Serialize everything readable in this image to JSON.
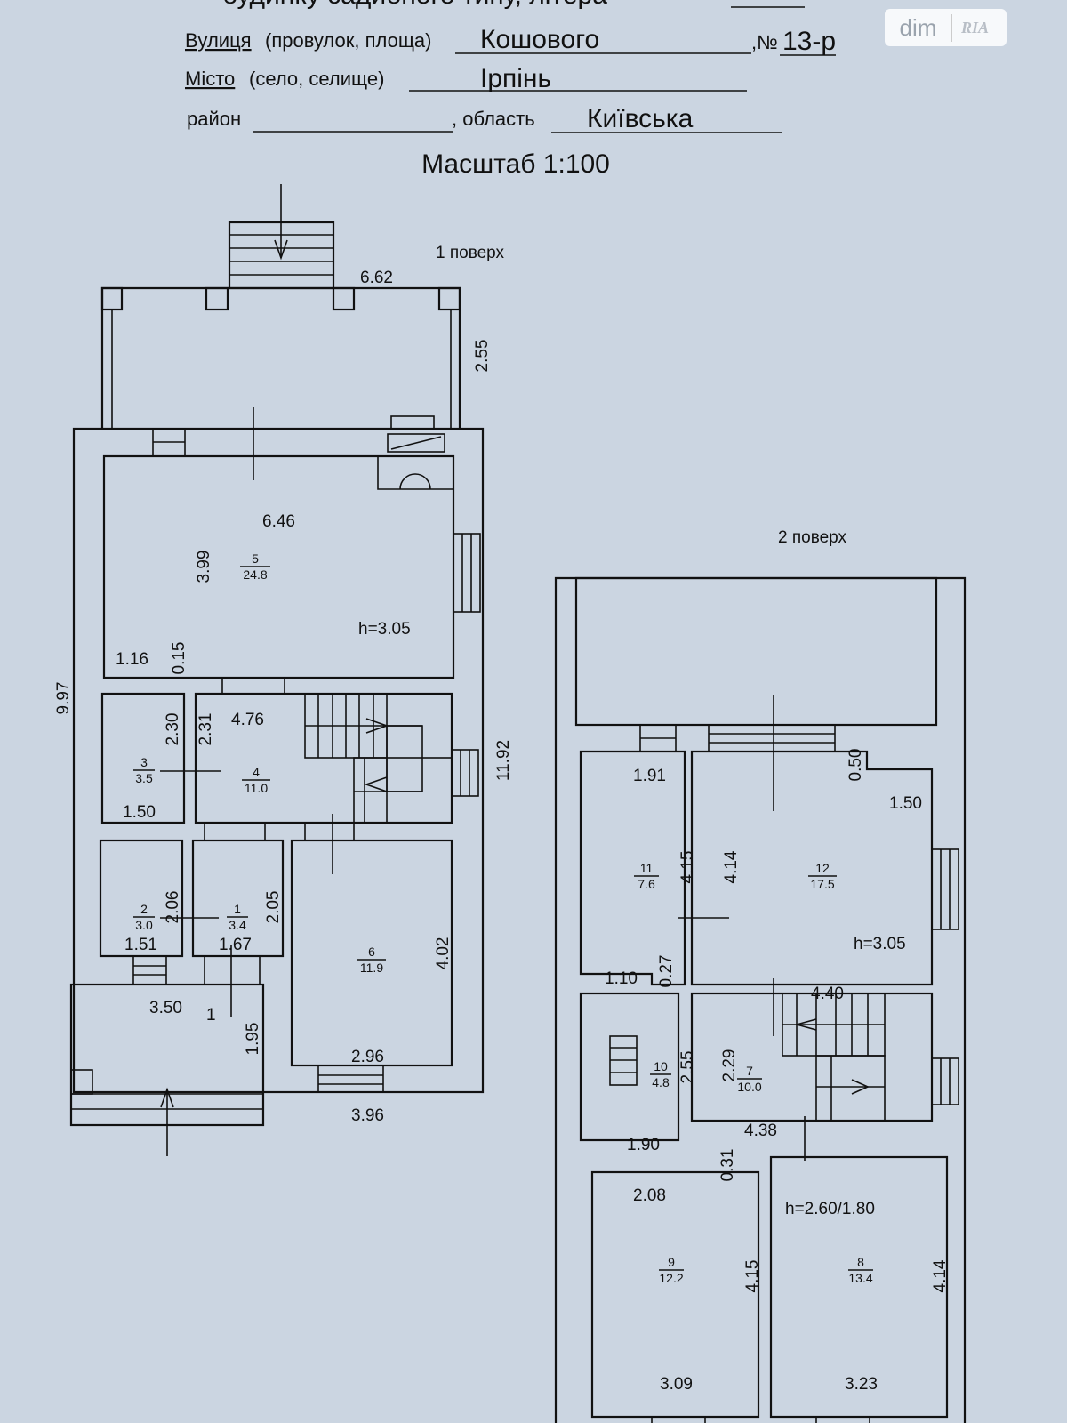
{
  "header": {
    "title_partial": "будинку садибного типу, літера",
    "street_label": "Вулиця",
    "street_hint": "(провулок, площа)",
    "street_value": "Кошового",
    "number_sign": ",№",
    "number_value": "13-р",
    "city_label": "Місто",
    "city_hint": "(село, селище)",
    "city_value": "Ірпінь",
    "district_label": "район",
    "region_label": ", область",
    "region_value": "Київська",
    "scale": "Масштаб 1:100"
  },
  "watermark": {
    "brand": "dim",
    "logo": "RIA"
  },
  "floor1": {
    "label": "1 поверх",
    "height": "h=3.05",
    "dims": [
      "6.62",
      "2.55",
      "6.46",
      "3.99",
      "1.16",
      "0.15",
      "9.97",
      "11.92",
      "2.30",
      "2.31",
      "4.76",
      "1.50",
      "2.06",
      "2.05",
      "1.51",
      "1.67",
      "4.02",
      "3.50",
      "1.95",
      "2.96",
      "3.96"
    ],
    "vestibule_label": "1",
    "rooms": [
      {
        "number": "5",
        "area": "24.8"
      },
      {
        "number": "3",
        "area": "3.5"
      },
      {
        "number": "4",
        "area": "11.0"
      },
      {
        "number": "2",
        "area": "3.0"
      },
      {
        "number": "1",
        "area": "3.4"
      },
      {
        "number": "6",
        "area": "11.9"
      }
    ]
  },
  "floor2": {
    "label": "2 поверх",
    "height_main": "h=3.05",
    "height_attic": "h=2.60/1.80",
    "dims": [
      "1.91",
      "0.50",
      "1.50",
      "4.15",
      "4.14",
      "1.10",
      "0.27",
      "4.40",
      "2.55",
      "2.29",
      "1.90",
      "4.38",
      "0.31",
      "2.08",
      "4.15",
      "4.14",
      "3.09",
      "3.23"
    ],
    "rooms": [
      {
        "number": "11",
        "area": "7.6"
      },
      {
        "number": "12",
        "area": "17.5"
      },
      {
        "number": "10",
        "area": "4.8"
      },
      {
        "number": "7",
        "area": "10.0"
      },
      {
        "number": "9",
        "area": "12.2"
      },
      {
        "number": "8",
        "area": "13.4"
      }
    ]
  }
}
